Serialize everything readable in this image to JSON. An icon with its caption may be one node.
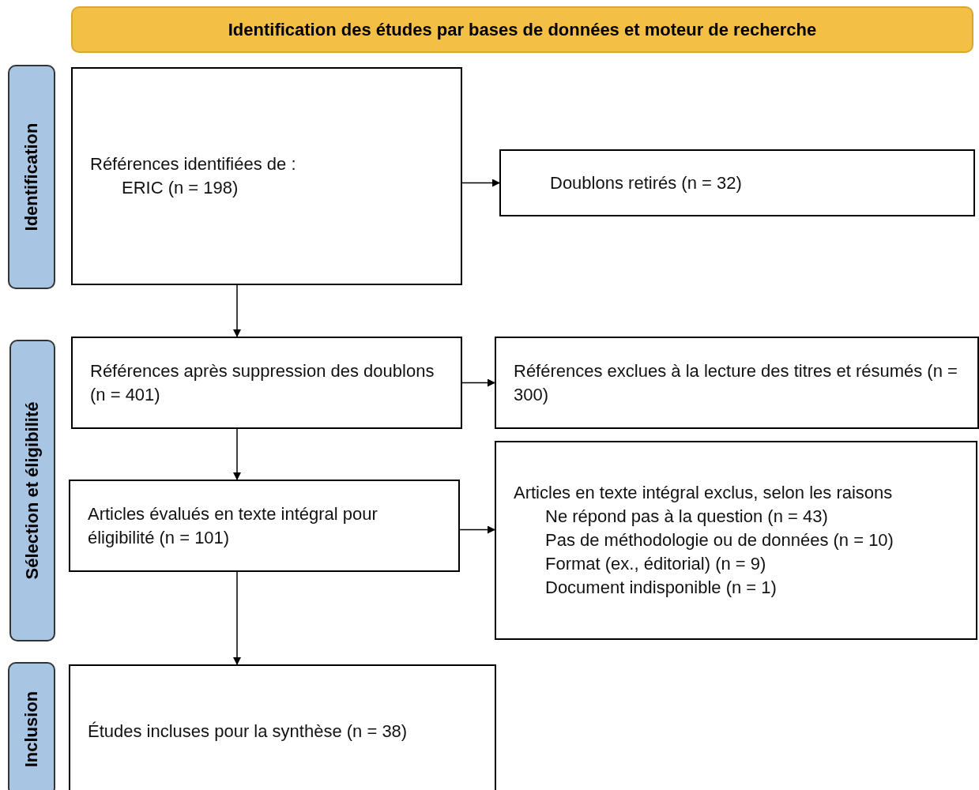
{
  "diagram": {
    "nodes": [
      {
        "text": [
          "Identification des études par bases de données et moteur de recherche"
        ]
      },
      {
        "text": [
          "Identification"
        ]
      },
      {
        "text": [
          "Sélection et éligibilité"
        ]
      },
      {
        "text": [
          "Inclusion"
        ]
      },
      {
        "text": [
          "Références identifiées de :",
          "ERIC (n = 198)"
        ]
      },
      {
        "text": [
          "Doublons retirés (n = 32)"
        ]
      },
      {
        "text": [
          "Références après suppression des doublons (n = 401)"
        ]
      },
      {
        "text": [
          "Références exclues à la lecture des titres et résumés (n = 300)"
        ]
      },
      {
        "text": [
          "Articles évalués en texte intégral pour éligibilité (n = 101)"
        ]
      },
      {
        "text": [
          "Articles en texte intégral exclus, selon les raisons",
          "Ne répond pas à la question (n = 43)",
          "Pas de méthodologie ou de données (n = 10)",
          "Format (ex., éditorial) (n = 9)",
          "Document indisponible (n = 1)"
        ]
      },
      {
        "text": [
          "Études incluses pour la synthèse (n = 38)"
        ]
      }
    ],
    "edges": [
      {
        "from": 4,
        "to": 5,
        "arrow": "to"
      },
      {
        "from": 4,
        "to": 6,
        "arrow": "to"
      },
      {
        "from": 6,
        "to": 7,
        "arrow": "to"
      },
      {
        "from": 6,
        "to": 8,
        "arrow": "to"
      },
      {
        "from": 8,
        "to": 9,
        "arrow": "to"
      },
      {
        "from": 8,
        "to": 10,
        "arrow": "to"
      }
    ]
  }
}
